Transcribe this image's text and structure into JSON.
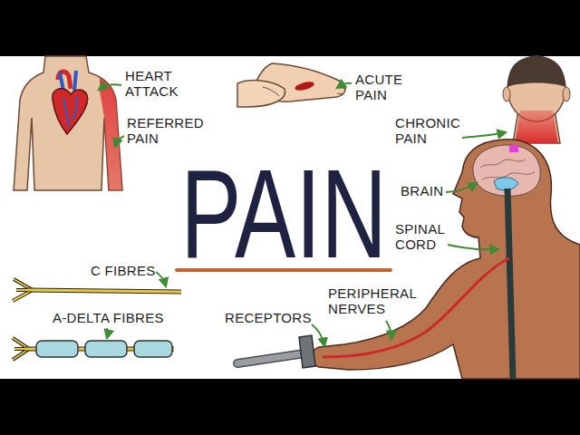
{
  "diagram": {
    "title": "PAIN",
    "labels": [
      "HEART ATTACK",
      "REFERRED PAIN",
      "ACUTE PAIN",
      "CHRONIC PAIN",
      "BRAIN",
      "SPINAL CORD",
      "C FIBRES",
      "A-DELTA FIBRES",
      "RECEPTORS",
      "PERIPHERAL NERVES"
    ]
  }
}
